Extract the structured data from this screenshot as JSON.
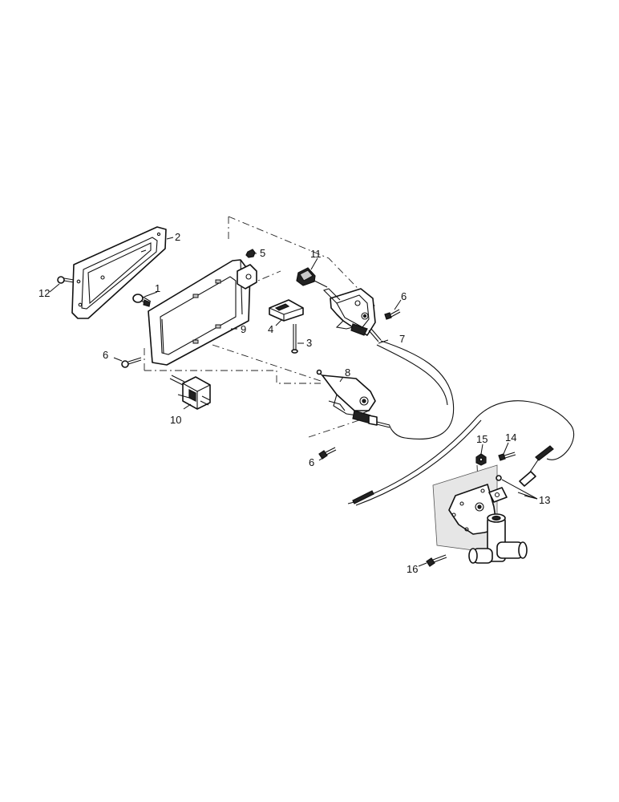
{
  "callouts": [
    {
      "id": "1",
      "label": "1"
    },
    {
      "id": "2",
      "label": "2"
    },
    {
      "id": "3",
      "label": "3"
    },
    {
      "id": "4",
      "label": "4"
    },
    {
      "id": "5",
      "label": "5"
    },
    {
      "id": "6a",
      "label": "6"
    },
    {
      "id": "6b",
      "label": "6"
    },
    {
      "id": "6c",
      "label": "6"
    },
    {
      "id": "7",
      "label": "7"
    },
    {
      "id": "8",
      "label": "8"
    },
    {
      "id": "9",
      "label": "9"
    },
    {
      "id": "10",
      "label": "10"
    },
    {
      "id": "11",
      "label": "11"
    },
    {
      "id": "12",
      "label": "12"
    },
    {
      "id": "13",
      "label": "13"
    },
    {
      "id": "14",
      "label": "14"
    },
    {
      "id": "15",
      "label": "15"
    },
    {
      "id": "16",
      "label": "16"
    }
  ]
}
